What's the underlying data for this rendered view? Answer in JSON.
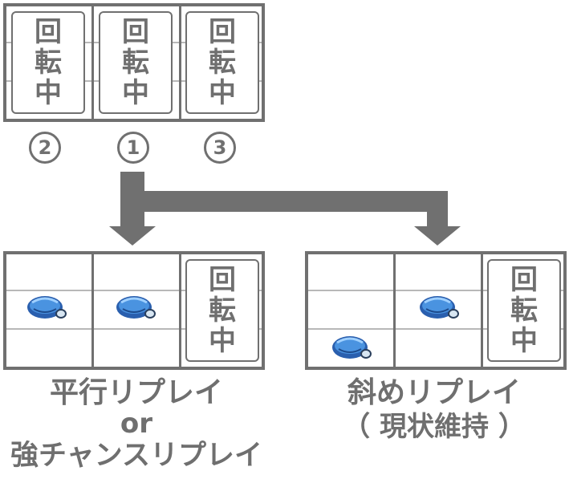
{
  "reel_text": [
    "回",
    "転",
    "中"
  ],
  "stop_order": [
    "2",
    "1",
    "3"
  ],
  "colors": {
    "line": "#707070",
    "row_line": "#b8b8b8",
    "text": "#6f6f6f",
    "replay_symbol": "#3b7fd0"
  },
  "icons": {
    "replay_symbol": "replay-symbol-icon",
    "arrow": "down-arrow-icon"
  },
  "left_outcome": {
    "line1": "平行リプレイ",
    "line2": "or",
    "line3": "強チャンスリプレイ"
  },
  "right_outcome": {
    "line1": "斜めリプレイ",
    "line2": "（ 現状維持 ）"
  }
}
